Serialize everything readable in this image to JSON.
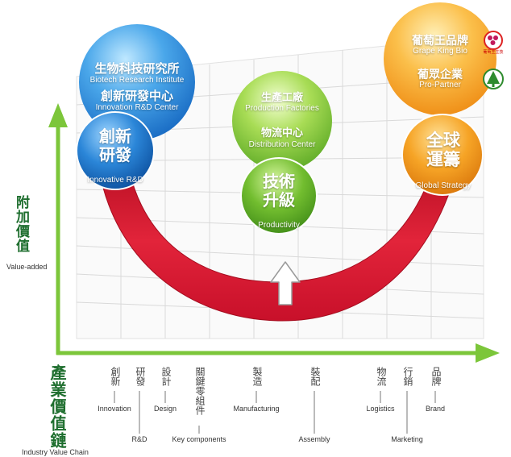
{
  "y_axis": {
    "label_zh": "附加價值",
    "label_en": "Value-added"
  },
  "x_axis": {
    "label_zh": "產業價值鏈",
    "label_en": "Industry Value Chain"
  },
  "research_bubble": {
    "line1_zh": "生物科技研究所",
    "line1_en": "Biotech Research Institute",
    "line2_zh": "創新研發中心",
    "line2_en": "Innovation R&D Center"
  },
  "innovation_node": {
    "zh_line1": "創新",
    "zh_line2": "研發",
    "en": "Innovative R&D"
  },
  "production_bubble": {
    "line1_zh": "生產工廠",
    "line1_en": "Production Factories",
    "line2_zh": "物流中心",
    "line2_en": "Distribution Center"
  },
  "productivity_node": {
    "zh_line1": "技術",
    "zh_line2": "升級",
    "en": "Productivity"
  },
  "brand_bubble": {
    "line1_zh": "葡萄王品牌",
    "line1_en": "Grape King Bio",
    "line2_zh": "葡眾企業",
    "line2_en": "Pro-Partner"
  },
  "global_node": {
    "zh_line1": "全球",
    "zh_line2": "運籌",
    "en": "Global Strategy"
  },
  "logo_text": "葡萄王生技",
  "stages": [
    {
      "zh": "創新",
      "en": "Innovation"
    },
    {
      "zh": "研發",
      "en": "R&D"
    },
    {
      "zh": "設計",
      "en": "Design"
    },
    {
      "zh": "關鍵零組件",
      "en": "Key components"
    },
    {
      "zh": "製造",
      "en": "Manufacturing"
    },
    {
      "zh": "裝配",
      "en": "Assembly"
    },
    {
      "zh": "物流",
      "en": "Logistics"
    },
    {
      "zh": "行銷",
      "en": "Marketing"
    },
    {
      "zh": "品牌",
      "en": "Brand"
    }
  ],
  "colors": {
    "axis_green": "#7cc63a",
    "curve_red": "#d8172e",
    "blue": "#2a7fd0",
    "green": "#6fc23a",
    "orange": "#f39a1a"
  }
}
